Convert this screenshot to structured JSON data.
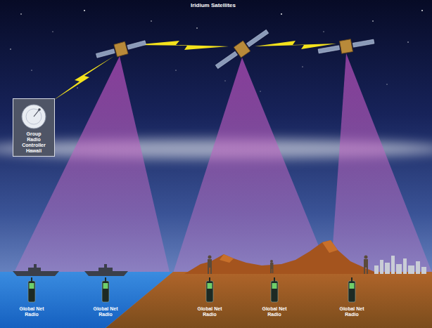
{
  "diagram": {
    "title": "Iridium Satellites",
    "nodes": [
      {
        "text": [
          "Group Radio Controller Hawaii"
        ]
      }
    ],
    "labels": [
      "Global Net Radio",
      "Global Net Radio",
      "Global Net Radio",
      "Global Net Radio",
      "Global Net Radio"
    ]
  }
}
